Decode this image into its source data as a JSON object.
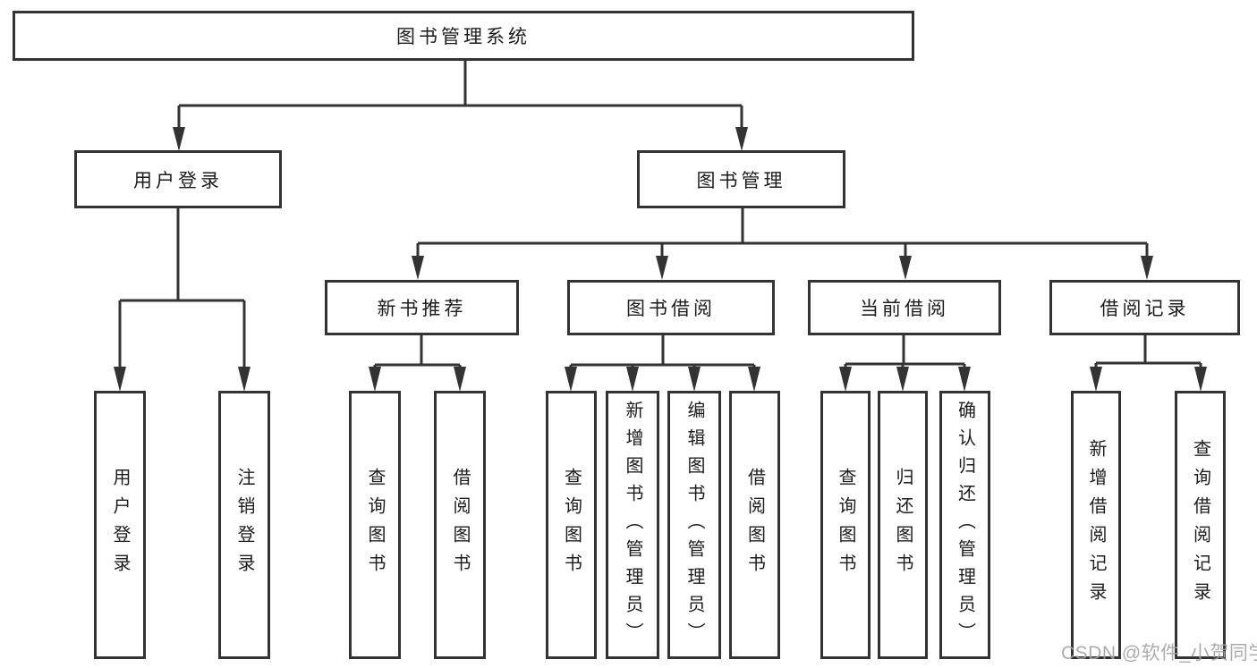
{
  "colors": {
    "line": "#333333",
    "text": "#1c1c1c",
    "watermark": "#a4a4a4",
    "background": "#ffffff"
  },
  "tree": {
    "label": "图书管理系统",
    "children": [
      {
        "label": "用户登录",
        "children": [
          {
            "label": "用户登录"
          },
          {
            "label": "注销登录"
          }
        ]
      },
      {
        "label": "图书管理",
        "children": [
          {
            "label": "新书推荐",
            "children": [
              {
                "label": "查询图书"
              },
              {
                "label": "借阅图书"
              }
            ]
          },
          {
            "label": "图书借阅",
            "children": [
              {
                "label": "查询图书"
              },
              {
                "label": "新增图书（管理员）"
              },
              {
                "label": "编辑图书（管理员）"
              },
              {
                "label": "借阅图书"
              }
            ]
          },
          {
            "label": "当前借阅",
            "children": [
              {
                "label": "查询图书"
              },
              {
                "label": "归还图书"
              },
              {
                "label": "确认归还（管理员）"
              }
            ]
          },
          {
            "label": "借阅记录",
            "children": [
              {
                "label": "新增借阅记录"
              },
              {
                "label": "查询借阅记录"
              }
            ]
          }
        ]
      }
    ]
  },
  "watermark": "CSDN @软件_小贺同学"
}
